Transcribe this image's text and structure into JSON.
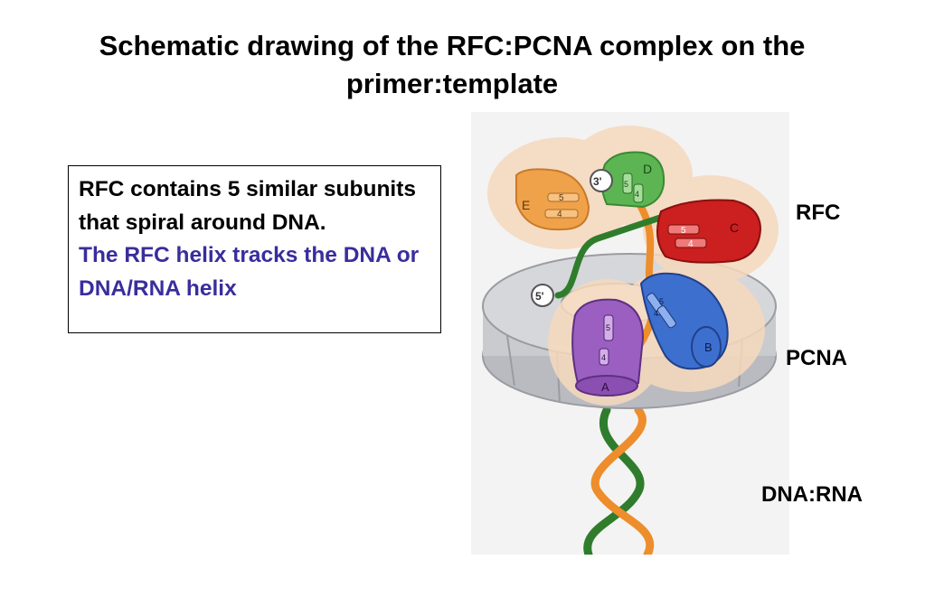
{
  "title": "Schematic drawing of the RFC:PCNA complex on the primer:template",
  "textbox": {
    "line1": "RFC contains 5 similar subunits that spiral around DNA.",
    "line2": "The RFC helix tracks the DNA or DNA/RNA helix"
  },
  "labels": {
    "rfc": "RFC",
    "pcna": "PCNA",
    "dna_rna": "DNA:RNA"
  },
  "diagram": {
    "subunits": [
      {
        "letter": "A",
        "color": "#9a5fc0"
      },
      {
        "letter": "B",
        "color": "#3d6fcf"
      },
      {
        "letter": "C",
        "color": "#cc1f1f"
      },
      {
        "letter": "D",
        "color": "#5cb552"
      },
      {
        "letter": "E",
        "color": "#f0a24a"
      }
    ],
    "helix_numbers": [
      "5",
      "4"
    ],
    "strand_ends": {
      "three_prime": "3'",
      "five_prime": "5'"
    },
    "colors": {
      "ring": "#c9cbcf",
      "halo": "#f6d9bd",
      "strand_green": "#2f7d2c",
      "strand_orange": "#ee8d2b"
    }
  }
}
